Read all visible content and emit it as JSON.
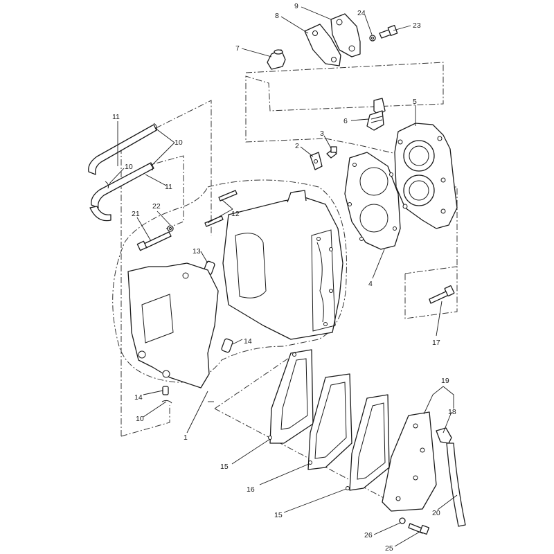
{
  "callouts": {
    "p1": "1",
    "p2": "2",
    "p3": "3",
    "p4": "4",
    "p5": "5",
    "p6": "6",
    "p7": "7",
    "p8": "8",
    "p9": "9",
    "p10a": "10",
    "p10b": "10",
    "p10c": "10",
    "p11a": "11",
    "p11b": "11",
    "p12": "12",
    "p13": "13",
    "p14a": "14",
    "p14b": "14",
    "p15a": "15",
    "p15b": "15",
    "p16": "16",
    "p17": "17",
    "p18": "18",
    "p19": "19",
    "p20": "20",
    "p21": "21",
    "p22": "22",
    "p23": "23",
    "p24": "24",
    "p25": "25",
    "p26": "26"
  },
  "colors": {
    "line": "#1a1a1a",
    "background": "#ffffff"
  }
}
